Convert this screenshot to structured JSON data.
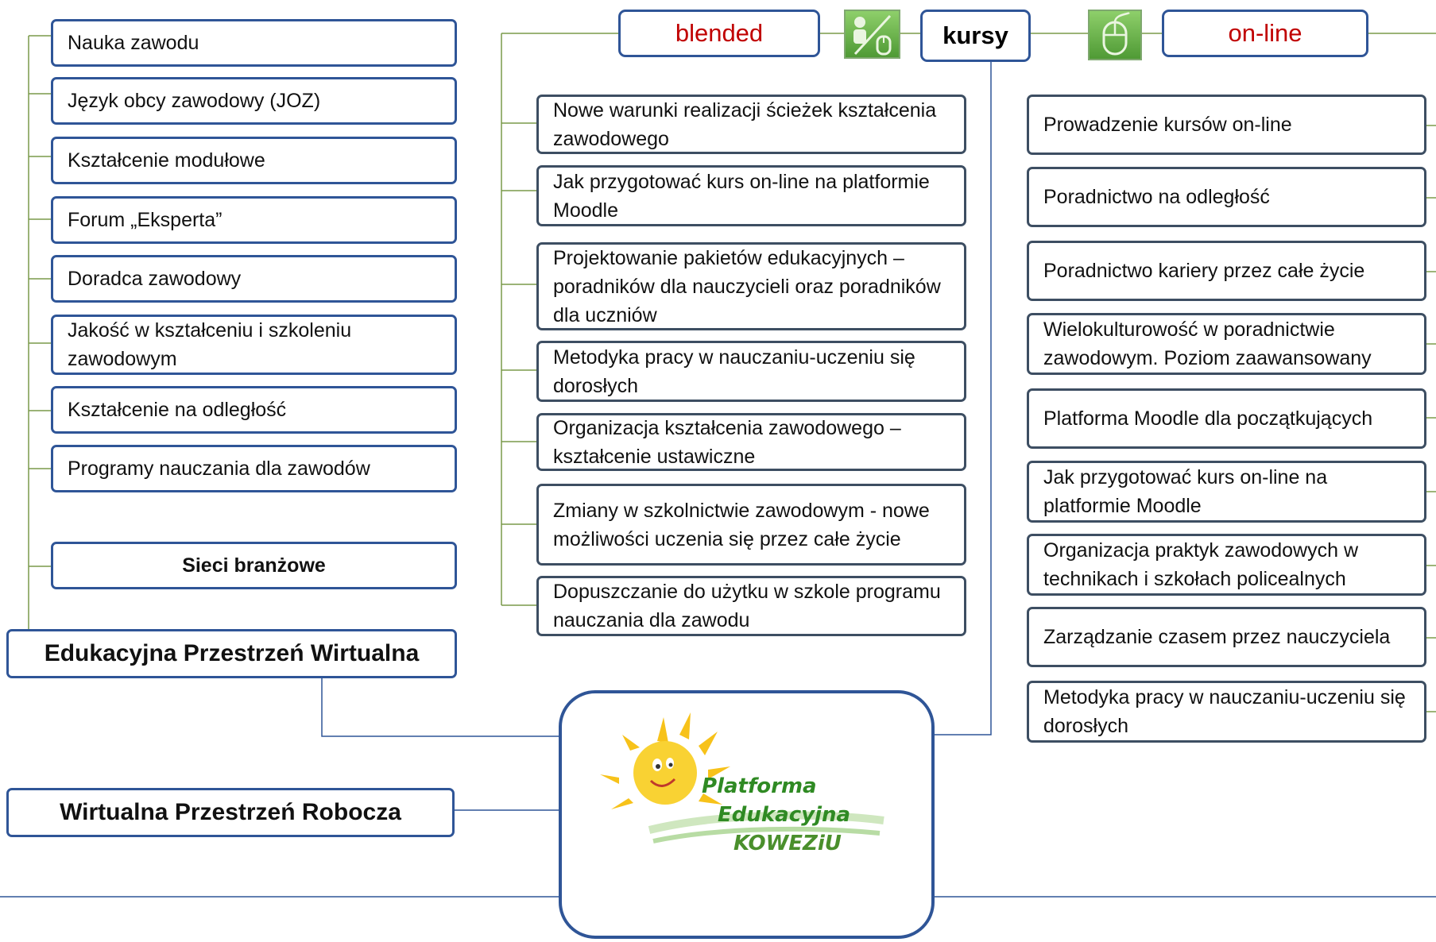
{
  "left_items": [
    "Nauka zawodu",
    "Język obcy zawodowy (JOZ)",
    "Kształcenie modułowe",
    "Forum „Eksperta”",
    "Doradca zawodowy",
    "Jakość w kształceniu i szkoleniu zawodowym",
    "Kształcenie na odległość",
    "Programy nauczania dla zawodów"
  ],
  "sieci_label": "Sieci branżowe",
  "edukacyjna_label": "Edukacyjna Przestrzeń Wirtualna",
  "wirtualna_label": "Wirtualna Przestrzeń Robocza",
  "headers": {
    "blended": "blended",
    "kursy": "kursy",
    "online": "on-line"
  },
  "blended_items": [
    "Nowe warunki realizacji ścieżek kształcenia zawodowego",
    "Jak przygotować kurs on-line na platformie Moodle",
    "Projektowanie pakietów edukacyjnych – poradników dla nauczycieli oraz poradników dla uczniów",
    "Metodyka pracy w nauczaniu-uczeniu się dorosłych",
    "Organizacja kształcenia zawodowego – kształcenie ustawiczne",
    "Zmiany w szkolnictwie zawodowym - nowe możliwości uczenia się przez całe życie",
    "Dopuszczanie do użytku w szkole programu nauczania dla zawodu"
  ],
  "online_items": [
    "Prowadzenie kursów on-line",
    "Poradnictwo na odległość",
    "Poradnictwo kariery przez całe życie",
    "Wielokulturowość w poradnictwie zawodowym. Poziom zaawansowany",
    "Platforma Moodle dla początkujących",
    "Jak przygotować kurs on-line na platformie Moodle",
    "Organizacja praktyk zawodowych w technikach i szkołach policealnych",
    "Zarządzanie czasem przez nauczyciela",
    "Metodyka pracy w nauczaniu-uczeniu się dorosłych"
  ],
  "logo": {
    "line1": "Platforma",
    "line2": "Edukacyjna",
    "line3": "KOWEZiU"
  },
  "colors": {
    "box_border": "#2f5597",
    "connector": "#7a9a4a",
    "header_red": "#c00000",
    "icon_green": "#6db34a"
  }
}
